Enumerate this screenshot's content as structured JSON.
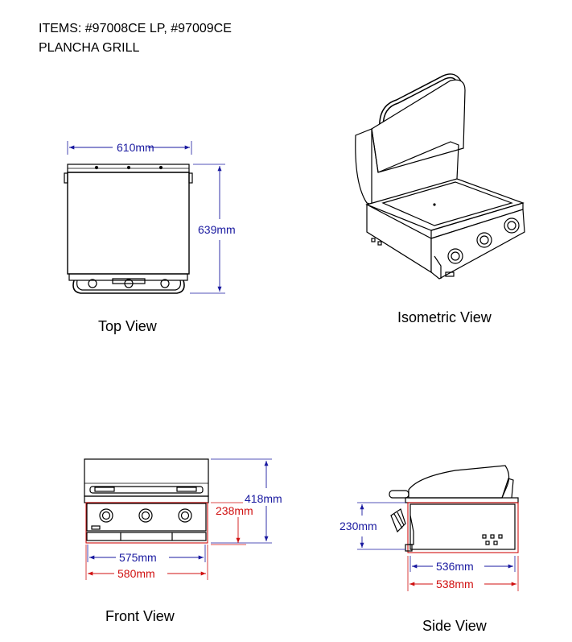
{
  "header": {
    "line1": "ITEMS: #97008CE LP, #97009CE",
    "line2": "PLANCHA GRILL"
  },
  "views": {
    "top": {
      "caption": "Top View",
      "width_label": "610mm",
      "depth_label": "639mm"
    },
    "isometric": {
      "caption": "Isometric View"
    },
    "front": {
      "caption": "Front View",
      "height_label": "418mm",
      "body_height_label": "238mm",
      "inner_width_label": "575mm",
      "outer_width_label": "580mm"
    },
    "side": {
      "caption": "Side View",
      "height_label": "230mm",
      "inner_depth_label": "536mm",
      "outer_depth_label": "538mm"
    }
  },
  "colors": {
    "dimension_blue": "#1a1aa0",
    "dimension_red": "#d01010",
    "outline": "#000000"
  }
}
